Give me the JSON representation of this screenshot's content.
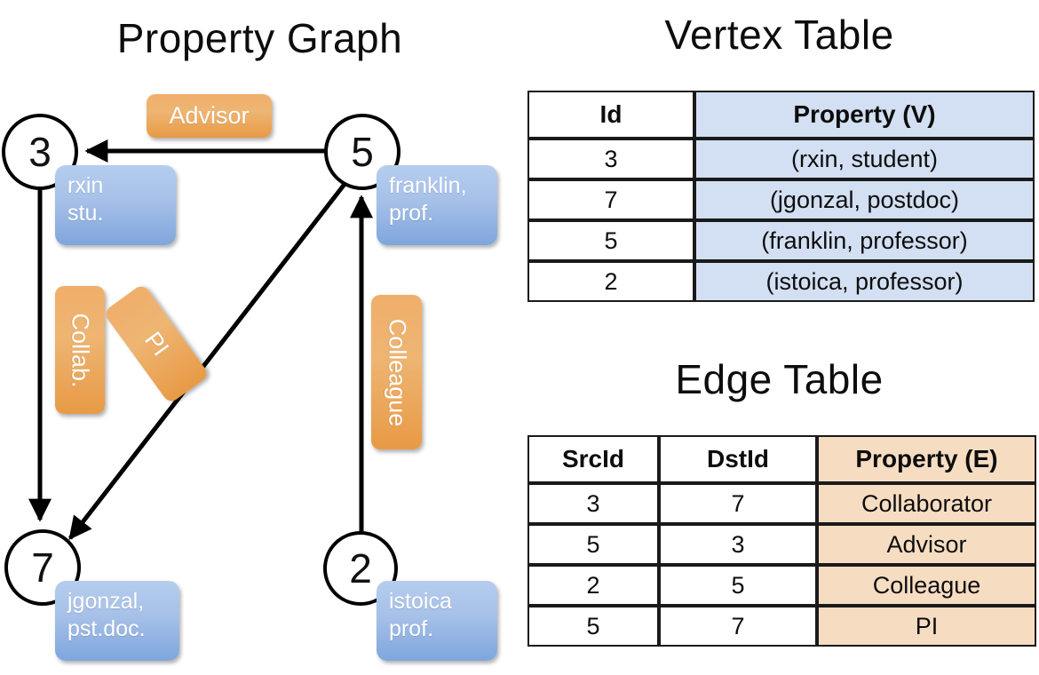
{
  "titles": {
    "property_graph": "Property Graph",
    "vertex_table": "Vertex Table",
    "edge_table": "Edge Table"
  },
  "graph": {
    "vertices": [
      {
        "id": "3",
        "property": [
          "rxin",
          "stu."
        ]
      },
      {
        "id": "5",
        "property": [
          "franklin,",
          "prof."
        ]
      },
      {
        "id": "7",
        "property": [
          "jgonzal,",
          "pst.doc."
        ]
      },
      {
        "id": "2",
        "property": [
          "istoica",
          "prof."
        ]
      }
    ],
    "edge_labels": [
      {
        "name": "advisor-label",
        "text": "Advisor"
      },
      {
        "name": "collab-label",
        "text": "Collab."
      },
      {
        "name": "pi-label",
        "text": "PI"
      },
      {
        "name": "colleague-label",
        "text": "Colleague"
      }
    ],
    "edges": [
      {
        "from": "5",
        "to": "3",
        "label": "Advisor"
      },
      {
        "from": "3",
        "to": "7",
        "label": "Collab."
      },
      {
        "from": "5",
        "to": "7",
        "label": "PI"
      },
      {
        "from": "2",
        "to": "5",
        "label": "Colleague"
      }
    ]
  },
  "vertex_table": {
    "headers": [
      "Id",
      "Property (V)"
    ],
    "rows": [
      {
        "id": "3",
        "property": "(rxin, student)"
      },
      {
        "id": "7",
        "property": "(jgonzal, postdoc)"
      },
      {
        "id": "5",
        "property": "(franklin, professor)"
      },
      {
        "id": "2",
        "property": "(istoica, professor)"
      }
    ]
  },
  "edge_table": {
    "headers": [
      "SrcId",
      "DstId",
      "Property (E)"
    ],
    "rows": [
      {
        "src": "3",
        "dst": "7",
        "property": "Collaborator"
      },
      {
        "src": "5",
        "dst": "3",
        "property": "Advisor"
      },
      {
        "src": "2",
        "dst": "5",
        "property": "Colleague"
      },
      {
        "src": "5",
        "dst": "7",
        "property": "PI"
      }
    ]
  },
  "colors": {
    "vertex_property_box": "#a6c0e8",
    "edge_label_box": "#eeb573",
    "vertex_table_accent": "#d3dff2",
    "edge_table_accent": "#f6ddc2",
    "stroke": "#000000",
    "background": "#ffffff"
  }
}
